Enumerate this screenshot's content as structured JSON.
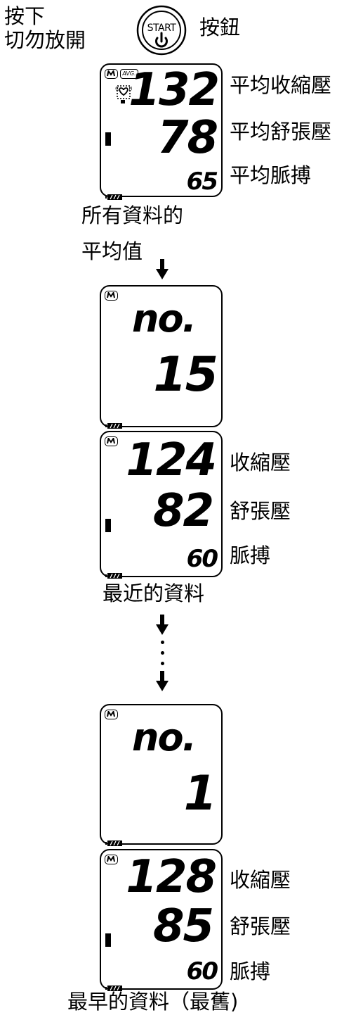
{
  "instruction": {
    "line1": "按下",
    "line2": "切勿放開",
    "button_suffix": "按鈕",
    "start_button_label": "START"
  },
  "average_block": {
    "avg_badge": "AVG.",
    "systolic_value": "132",
    "diastolic_value": "78",
    "pulse_value": "65",
    "systolic_label": "平均收縮壓",
    "diastolic_label": "平均舒張壓",
    "pulse_label": "平均脈搏",
    "caption_line1": "所有資料的",
    "caption_line2": "平均值"
  },
  "latest_number_screen": {
    "prefix": "no.",
    "number": "15"
  },
  "latest_record": {
    "systolic_value": "124",
    "diastolic_value": "82",
    "pulse_value": "60",
    "systolic_label": "收縮壓",
    "diastolic_label": "舒張壓",
    "pulse_label": "脈搏",
    "caption": "最近的資料"
  },
  "oldest_number_screen": {
    "prefix": "no.",
    "number": "1"
  },
  "oldest_record": {
    "systolic_value": "128",
    "diastolic_value": "85",
    "pulse_value": "60",
    "systolic_label": "收縮壓",
    "diastolic_label": "舒張壓",
    "pulse_label": "脈搏",
    "caption": "最早的資料（最舊)"
  },
  "icons": {
    "memory": "memory-m-icon",
    "battery": "battery-icon",
    "heart": "irregular-heartbeat-icon",
    "arrow": "down-arrow-icon",
    "power": "power-icon"
  },
  "colors": {
    "ink": "#000000",
    "background": "#ffffff"
  }
}
